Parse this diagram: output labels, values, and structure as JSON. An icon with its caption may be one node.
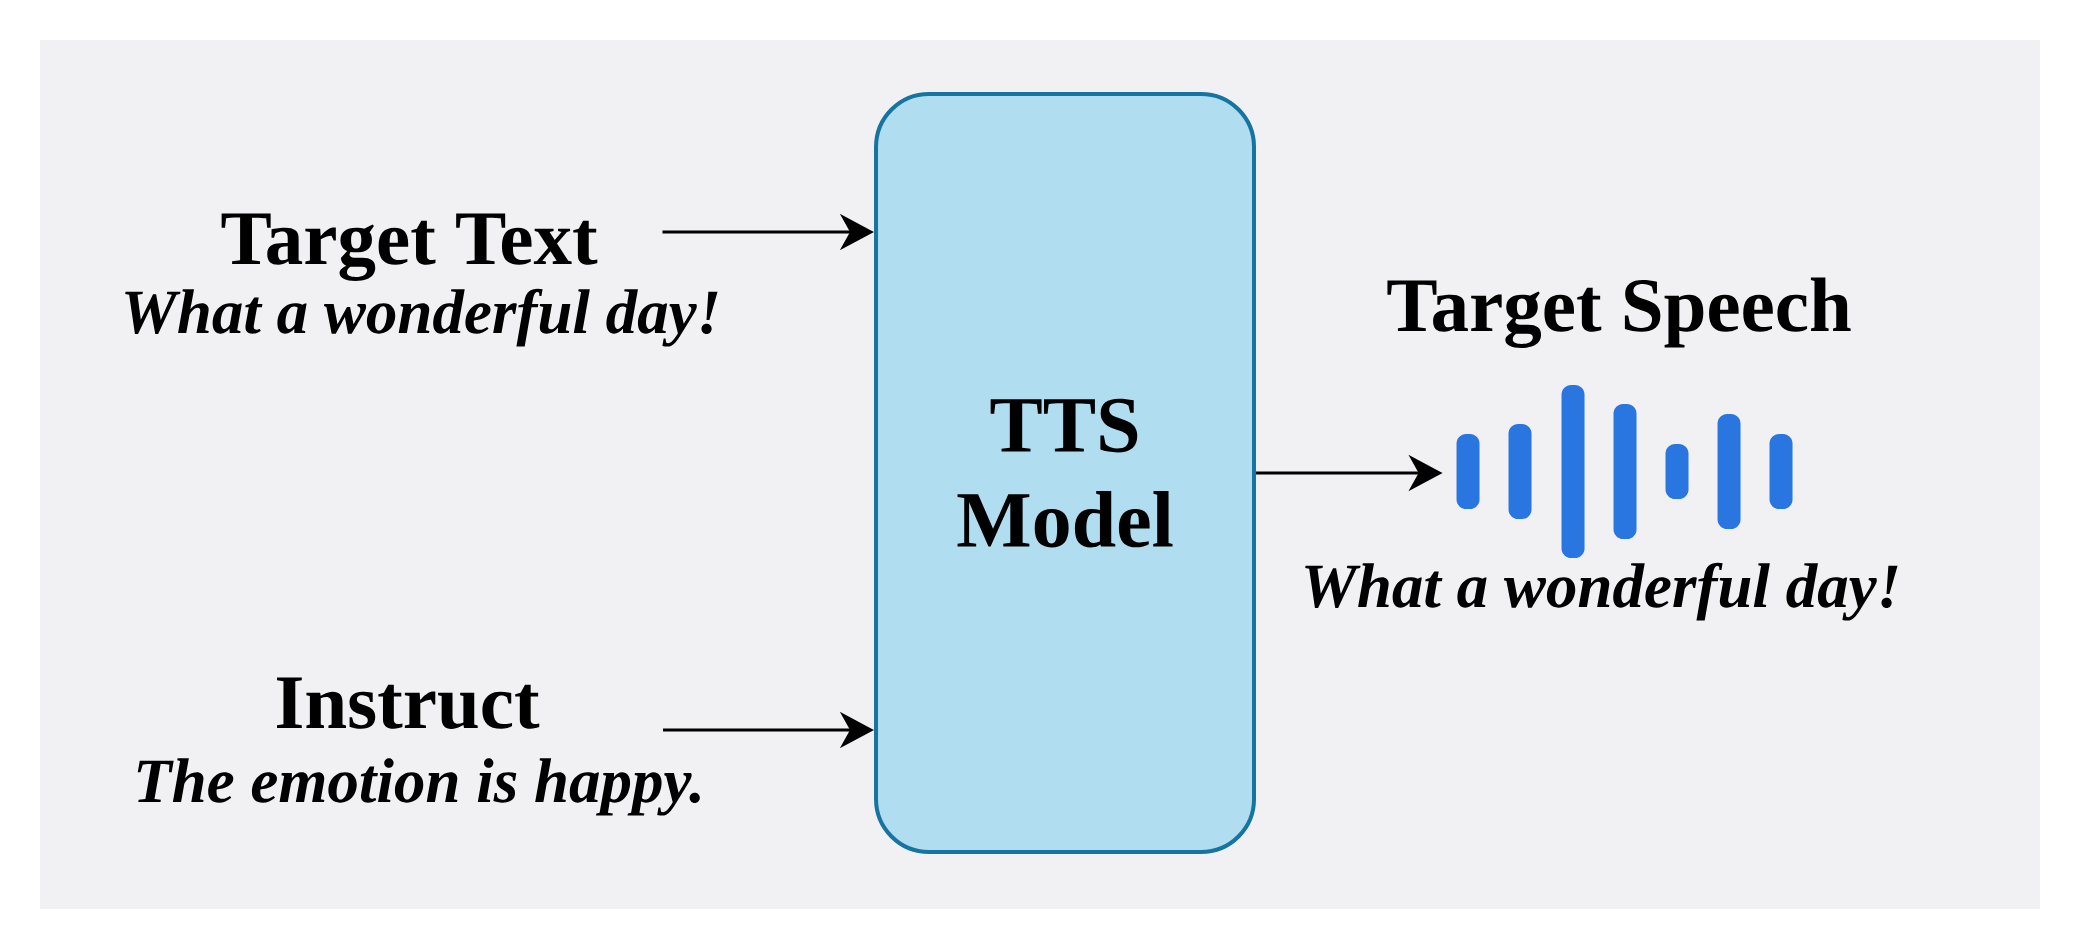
{
  "diagram": {
    "nodes": [
      {
        "text": [
          "Target Text",
          "What a wonderful day!"
        ]
      },
      {
        "text": [
          "Instruct",
          "The emotion is happy."
        ]
      },
      {
        "text": [
          "TTS Model"
        ]
      },
      {
        "text": [],
        "shape": "picture",
        "beside": [
          "Target Speech",
          "What a wonderful day!"
        ]
      }
    ],
    "edges": [
      {
        "from": 0,
        "to": 2,
        "arrow": "to"
      },
      {
        "from": 1,
        "to": 2,
        "arrow": "to"
      },
      {
        "from": 2,
        "to": 3,
        "arrow": "to"
      }
    ]
  }
}
